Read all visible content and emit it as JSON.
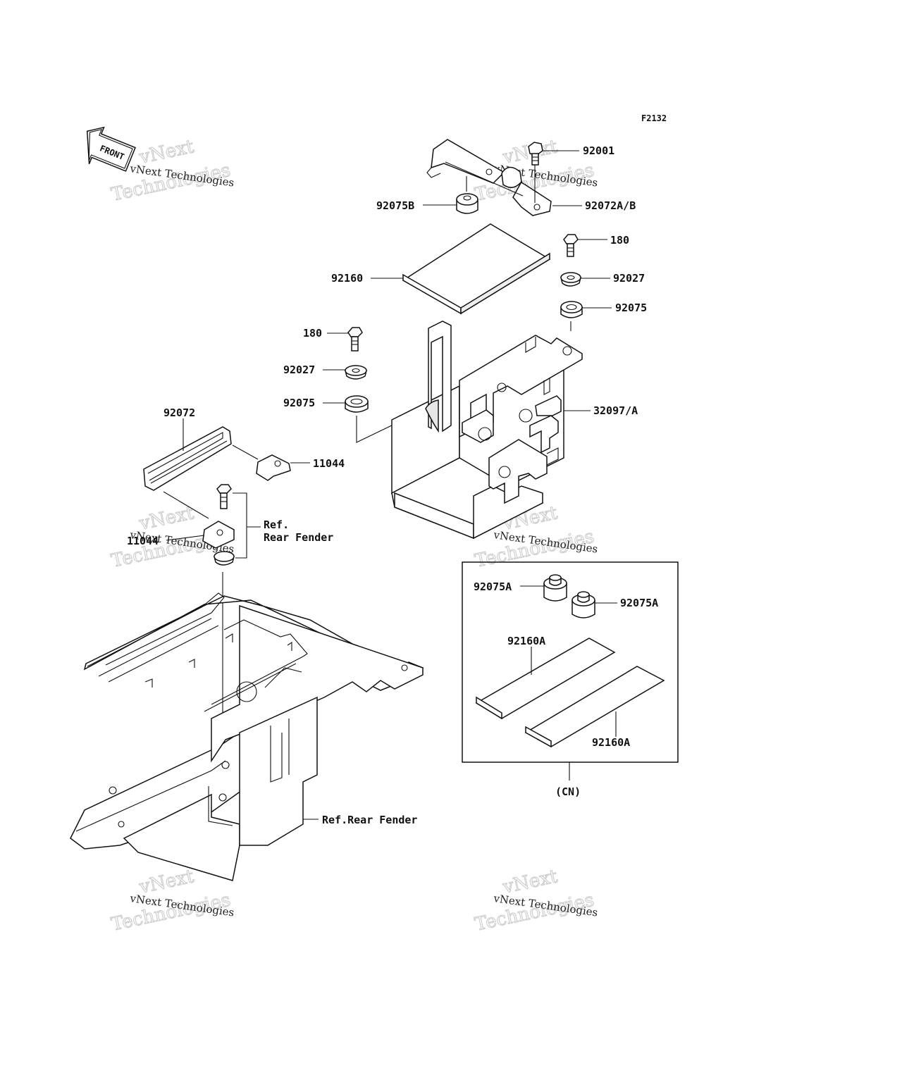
{
  "diagram_code": "F2132",
  "front_arrow": {
    "text": "FRONT",
    "icon": "front-arrow-icon"
  },
  "watermark": {
    "line_small": "vNext Technologies",
    "line_big_1": "vNext",
    "line_big_2": "Technologies"
  },
  "callouts": {
    "p92001": "92001",
    "p92072ab": "92072A/B",
    "p92075b": "92075B",
    "p180_right": "180",
    "p92160": "92160",
    "p92027_right": "92027",
    "p92075_right": "92075",
    "p180_left": "180",
    "p92027_left": "92027",
    "p92075_left": "92075",
    "p32097a": "32097/A",
    "p92072": "92072",
    "p11044_top": "11044",
    "p11044_bottom": "11044",
    "ref_rear_fender_1": "Ref.",
    "ref_rear_fender_2": "Rear Fender",
    "ref_rear_fender_bottom": "Ref.Rear Fender",
    "p92075a_left": "92075A",
    "p92075a_right": "92075A",
    "p92160a_top": "92160A",
    "p92160a_bottom": "92160A",
    "cn": "(CN)"
  }
}
